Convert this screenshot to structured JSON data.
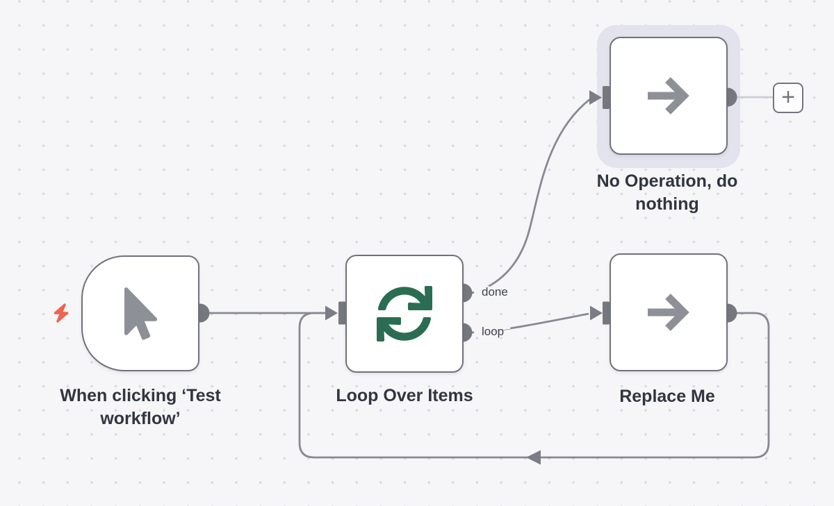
{
  "app": {
    "name": "workflow-editor-canvas"
  },
  "colors": {
    "canvas_background": "#f6f6f8",
    "grid_dot": "#d8d8e4",
    "node_border": "#6f727a",
    "node_fill": "#ffffff",
    "connector_line": "#888a92",
    "port_fill": "#75787f",
    "selection_halo": "#e3e3ee",
    "trigger_bolt": "#ef6350",
    "loop_icon_green": "#2b6d52",
    "node_icon_gray": "#8e9097",
    "add_button_line": "#cbced6",
    "label_text": "#303540",
    "port_label_text": "#3f434d"
  },
  "nodes": [
    {
      "id": "manual-trigger",
      "label": "When clicking ‘Test\nworkflow’",
      "icon": "mouse-pointer-icon",
      "selected": false
    },
    {
      "id": "loop-over-items",
      "label": "Loop Over Items",
      "icon": "sync-loop-icon",
      "selected": false,
      "output_labels": {
        "done": "done",
        "loop": "loop"
      }
    },
    {
      "id": "no-operation",
      "label": "No Operation, do\nnothing",
      "icon": "arrow-right-icon",
      "selected": true
    },
    {
      "id": "replace-me",
      "label": "Replace Me",
      "icon": "arrow-right-icon",
      "selected": false
    }
  ],
  "add_node_button": {
    "glyph": "+"
  }
}
